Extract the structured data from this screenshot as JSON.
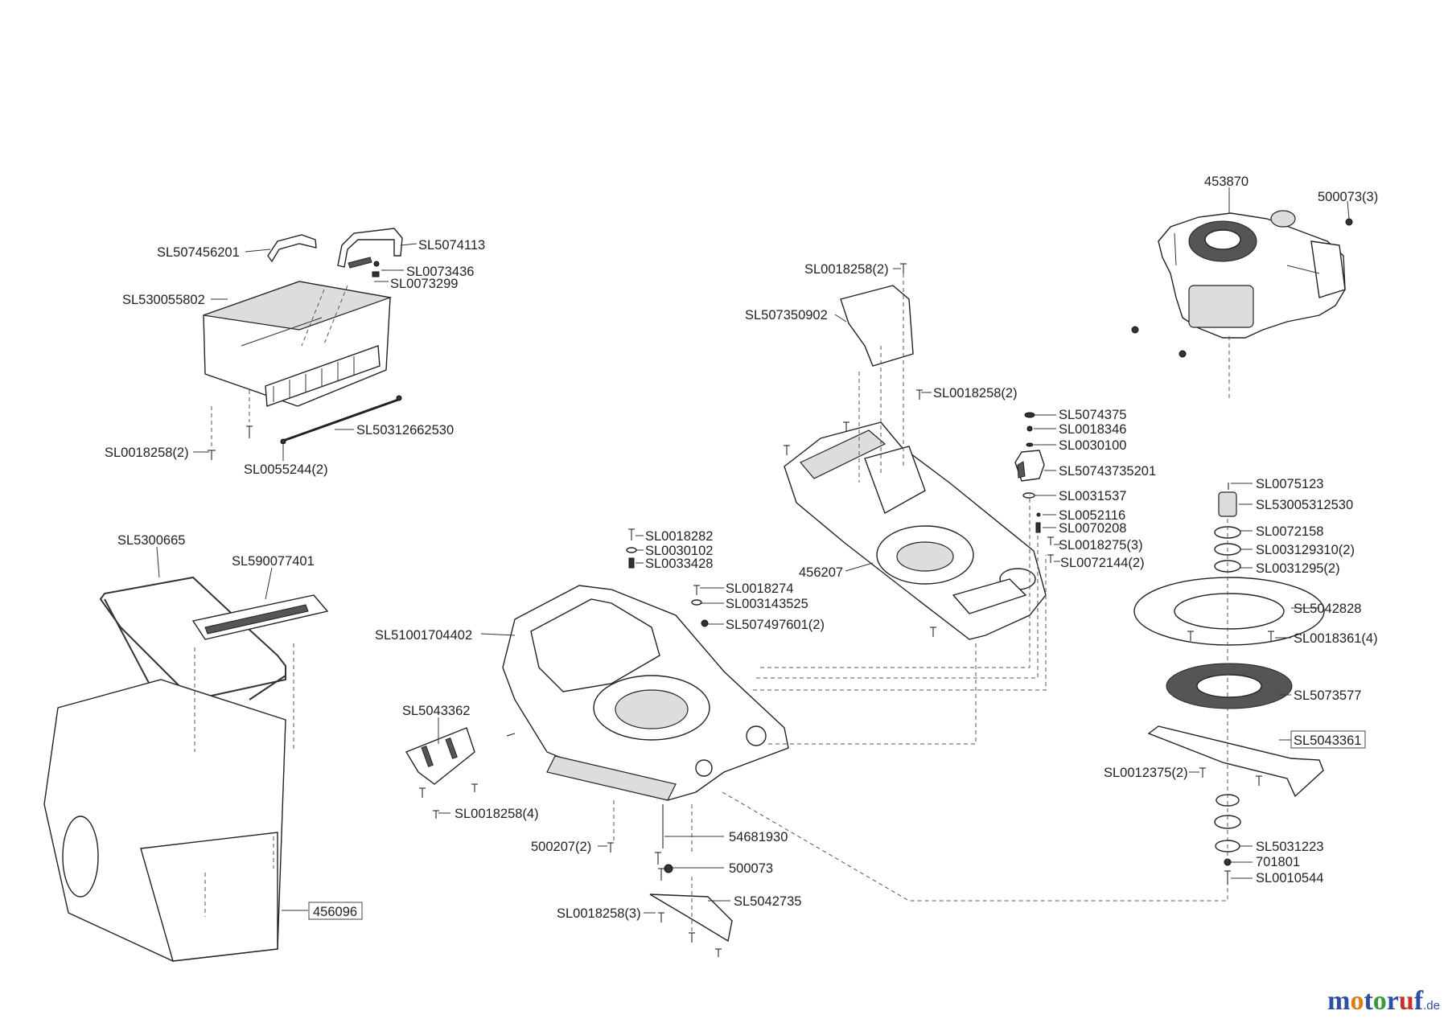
{
  "diagram": {
    "labels": [
      "453870",
      "500073(3)",
      "SL507456201",
      "SL5074113",
      "SL0073436",
      "SL0073299",
      "SL530055802",
      "SL0018258(2)",
      "SL50312662530",
      "SL0055244(2)",
      "SL0018258(2)",
      "SL507350902",
      "SL0018258(2)",
      "SL5074375",
      "SL0018346",
      "SL0030100",
      "SL50743735201",
      "SL0031537",
      "SL0052116",
      "SL0070208",
      "SL0018275(3)",
      "SL0072144(2)",
      "456207",
      "SL5300665",
      "SL590077401",
      "SL0018282",
      "SL0030102",
      "SL0033428",
      "SL0018274",
      "SL003143525",
      "SL507497601(2)",
      "SL51001704402",
      "SL5043362",
      "SL0018258(4)",
      "500207(2)",
      "54681930",
      "500073",
      "SL5042735",
      "SL0018258(3)",
      "SL0075123",
      "SL53005312530",
      "SL0072158",
      "SL003129310(2)",
      "SL0031295(2)",
      "SL5042828",
      "SL0018361(4)",
      "SL5073577",
      "SL0012375(2)",
      "SL5031223",
      "701801",
      "SL0010544"
    ],
    "boxed_labels": [
      "SL5043361",
      "456096"
    ]
  },
  "logo": {
    "name": "motoruf",
    "tld": ".de"
  }
}
